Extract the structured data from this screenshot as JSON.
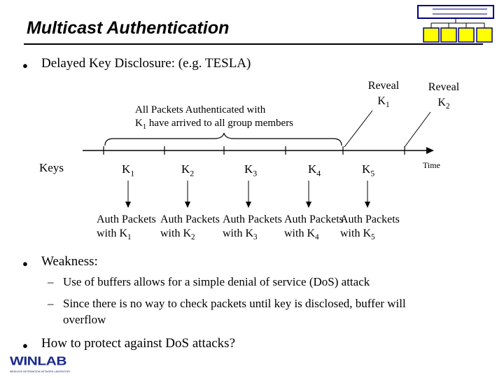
{
  "title": "Multicast Authentication",
  "bullets": {
    "b1": "Delayed Key Disclosure: (e.g. TESLA)",
    "b2": "Weakness:",
    "b3": "How to protect against DoS attacks?"
  },
  "sub_bullets": [
    "Use of buffers allows for a simple denial of service (DoS) attack",
    "Since there is no way to check packets until key is disclosed, buffer will",
    "overflow"
  ],
  "diagram": {
    "keys_label": "Keys",
    "time_label": "Time",
    "brace_line1": "All Packets Authenticated with",
    "brace_line2_pre": "K",
    "brace_line2_sub": "1",
    "brace_line2_post": " have arrived to all group members",
    "reveal1": {
      "word": "Reveal",
      "k": "K",
      "sub": "1"
    },
    "reveal2": {
      "word": "Reveal",
      "k": "K",
      "sub": "2"
    },
    "keys": [
      {
        "k": "K",
        "sub": "1"
      },
      {
        "k": "K",
        "sub": "2"
      },
      {
        "k": "K",
        "sub": "3"
      },
      {
        "k": "K",
        "sub": "4"
      },
      {
        "k": "K",
        "sub": "5"
      }
    ],
    "auth": [
      {
        "line1": "Auth Packets",
        "line2": "with K",
        "sub": "1"
      },
      {
        "line1": "Auth Packets",
        "line2": "with K",
        "sub": "2"
      },
      {
        "line1": "Auth Packets",
        "line2": "with K",
        "sub": "3"
      },
      {
        "line1": "Auth Packets",
        "line2": "with K",
        "sub": "4"
      },
      {
        "line1": "Auth Packets",
        "line2": "with K",
        "sub": "5"
      }
    ]
  },
  "logo": {
    "text": "WINLAB",
    "tagline": "WIRELESS INFORMATION NETWORK LABORATORY"
  },
  "colors": {
    "logo_fill": "#ffff00",
    "logo_border": "#000080",
    "logo_text": "#1a2a8c"
  }
}
